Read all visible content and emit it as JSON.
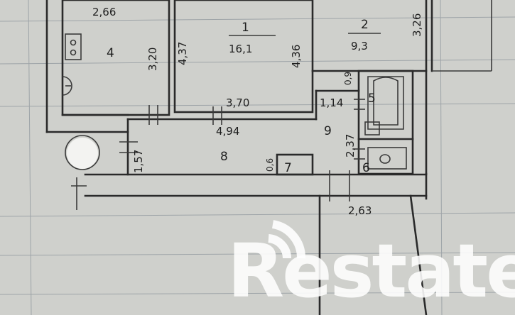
{
  "plan": {
    "rooms": [
      {
        "id": "r4",
        "number": "4",
        "area": "",
        "dim_h": "3,20",
        "dim_w": "2,66"
      },
      {
        "id": "r1",
        "number": "1",
        "area": "16,1",
        "dim_h": "4,36",
        "dim_w": "3,70"
      },
      {
        "id": "r2",
        "number": "2",
        "area": "9,3",
        "dim_h": "3,26"
      },
      {
        "id": "r5",
        "number": "5"
      },
      {
        "id": "r6",
        "number": "6"
      },
      {
        "id": "r7",
        "number": "7"
      },
      {
        "id": "r8",
        "number": "8"
      },
      {
        "id": "r9",
        "number": "9"
      }
    ],
    "dimensions": {
      "d437": "4,37",
      "d494": "4,94",
      "d114": "1,14",
      "d237": "2,37",
      "d157": "1,57",
      "d06": "0,6",
      "d263": "2,63",
      "d09": "0,9"
    }
  },
  "watermark": {
    "text": "Restate",
    "color": "#ffffff"
  }
}
